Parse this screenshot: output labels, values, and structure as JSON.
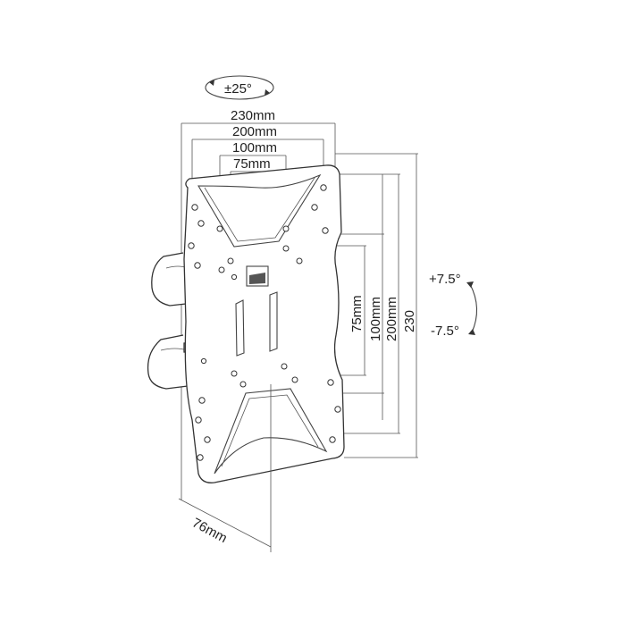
{
  "swivel": {
    "label": "±25°"
  },
  "tilt": {
    "up_label": "+7.5°",
    "down_label": "-7.5°"
  },
  "horizontal_dimensions": [
    "230mm",
    "200mm",
    "100mm",
    "75mm"
  ],
  "vertical_dimensions": [
    "75mm",
    "100mm",
    "200mm",
    "230"
  ],
  "depth": {
    "label": "76mm"
  }
}
